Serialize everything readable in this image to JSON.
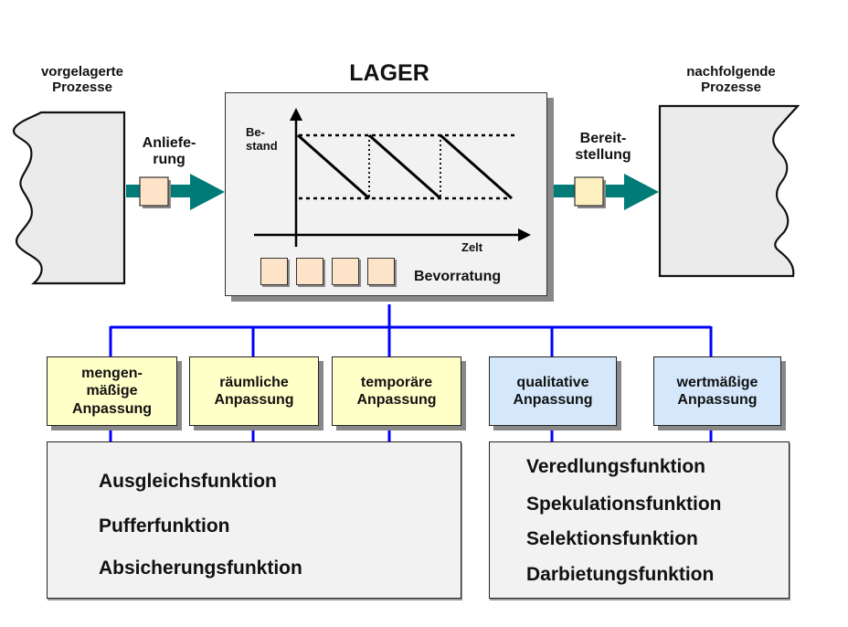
{
  "title": "LAGER",
  "upstream": {
    "label_line1": "vorgelagerte",
    "label_line2": "Prozesse"
  },
  "downstream": {
    "label_line1": "nachfolgende",
    "label_line2": "Prozesse"
  },
  "inbound": {
    "label_line1": "Anliefe-",
    "label_line2": "rung"
  },
  "outbound": {
    "label_line1": "Bereit-",
    "label_line2": "stellung"
  },
  "inventory_chart": {
    "y_label_line1": "Be-",
    "y_label_line2": "stand",
    "x_label": "Zelt",
    "storage_label": "Bevorratung",
    "storage_units": 4
  },
  "adjustments": [
    {
      "label_line1": "mengen-",
      "label_line2": "mäßige",
      "label_line3": "Anpassung",
      "group": "left"
    },
    {
      "label_line1": "räumliche",
      "label_line2": "Anpassung",
      "label_line3": "",
      "group": "left"
    },
    {
      "label_line1": "temporäre",
      "label_line2": "Anpassung",
      "label_line3": "",
      "group": "left"
    },
    {
      "label_line1": "qualitative",
      "label_line2": "Anpassung",
      "label_line3": "",
      "group": "right"
    },
    {
      "label_line1": "wertmäßige",
      "label_line2": "Anpassung",
      "label_line3": "",
      "group": "right"
    }
  ],
  "functions_left": [
    "Ausgleichsfunktion",
    "Pufferfunktion",
    "Absicherungsfunktion"
  ],
  "functions_right": [
    "Veredlungsfunktion",
    "Spekulationsfunktion",
    "Selektionsfunktion",
    "Darbietungsfunktion"
  ],
  "colors": {
    "flow_arrow": "#007b78",
    "connector": "#0000ff",
    "yellow_box": "#ffffc8",
    "blue_box": "#d5e8fb",
    "panel": "#f2f2f2",
    "package_inbound": "#fde3c8",
    "package_outbound": "#fdf0c0"
  }
}
